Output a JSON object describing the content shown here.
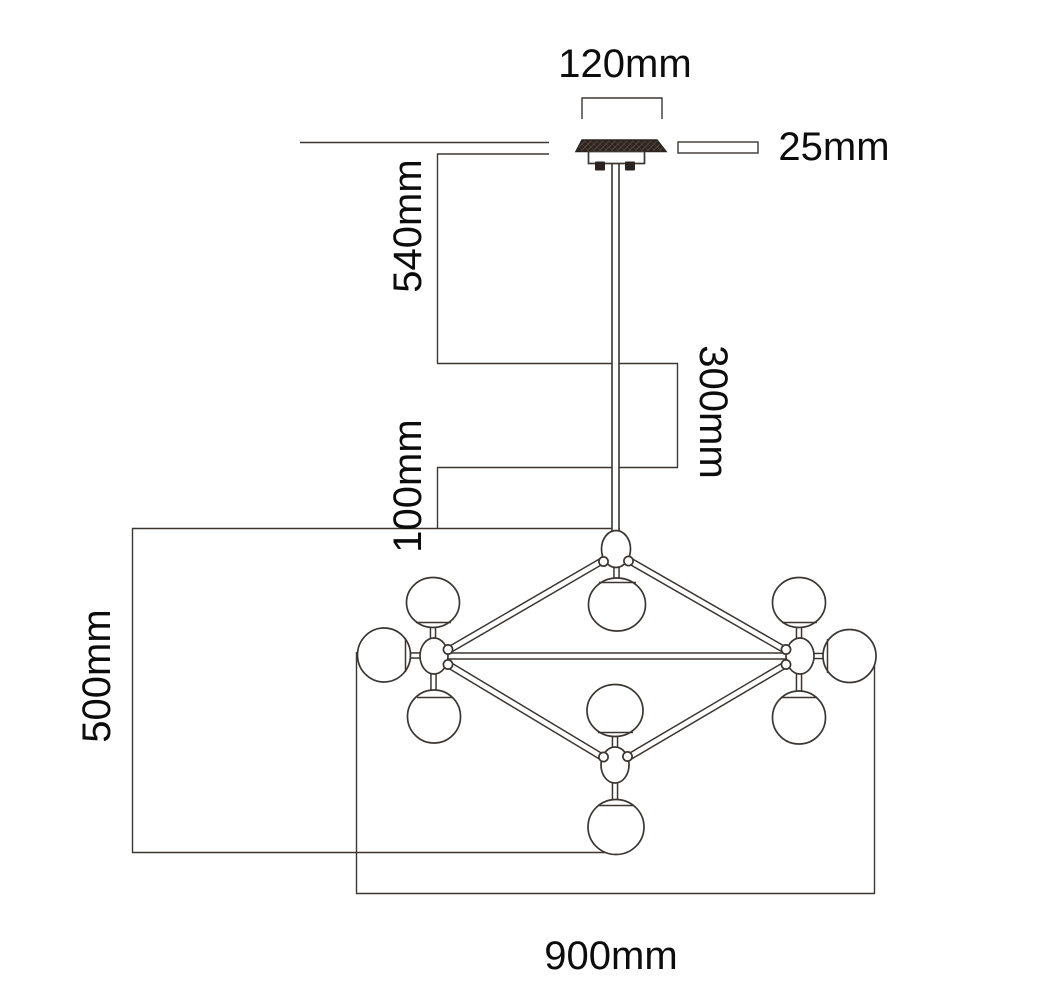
{
  "figure": {
    "type": "technical-dimension-diagram",
    "subject": "Nine-globe chandelier, front elevation with mounting canopy and drop rod",
    "background_color": "#ffffff",
    "line_color": "#3d3630",
    "canopy_color": "#2b2320"
  },
  "dimensions": {
    "canopy_width": {
      "label": "120mm",
      "orientation": "horizontal",
      "measures": "ceiling canopy width"
    },
    "canopy_height": {
      "label": "25mm",
      "orientation": "horizontal",
      "measures": "ceiling canopy thickness"
    },
    "rod_drop": {
      "label": "540mm",
      "orientation": "vertical-up",
      "measures": "upper drop rod length"
    },
    "rod_extension": {
      "label": "300mm",
      "orientation": "vertical-down",
      "measures": "lower rod section length"
    },
    "hub_offset": {
      "label": "100mm",
      "orientation": "vertical-up",
      "measures": "rod end to frame top"
    },
    "body_height": {
      "label": "500mm",
      "orientation": "vertical-up",
      "measures": "chandelier body height"
    },
    "body_width": {
      "label": "900mm",
      "orientation": "horizontal",
      "measures": "chandelier body width"
    }
  }
}
